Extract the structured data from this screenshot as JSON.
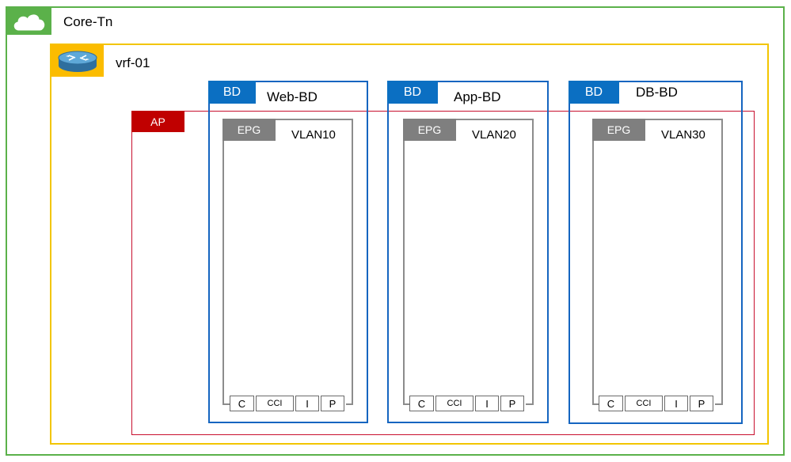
{
  "tenant": {
    "name": "Core-Tn",
    "icon": "cloud-icon",
    "color": "#5bb14a"
  },
  "vrf": {
    "name": "vrf-01",
    "icon": "router-icon",
    "color": "#fbbc00"
  },
  "ap": {
    "tag": "AP",
    "color": "#c00000"
  },
  "bridge_domains": [
    {
      "tag": "BD",
      "name": "Web-BD",
      "epg": {
        "tag": "EPG",
        "vlan": "VLAN10",
        "contracts": [
          "C",
          "CCI",
          "I",
          "P"
        ]
      }
    },
    {
      "tag": "BD",
      "name": "App-BD",
      "epg": {
        "tag": "EPG",
        "vlan": "VLAN20",
        "contracts": [
          "C",
          "CCI",
          "I",
          "P"
        ]
      }
    },
    {
      "tag": "BD",
      "name": "DB-BD",
      "epg": {
        "tag": "EPG",
        "vlan": "VLAN30",
        "contracts": [
          "C",
          "CCI",
          "I",
          "P"
        ]
      }
    }
  ],
  "colors": {
    "bd": "#0b6fc2",
    "epg": "#7f7f7f"
  }
}
